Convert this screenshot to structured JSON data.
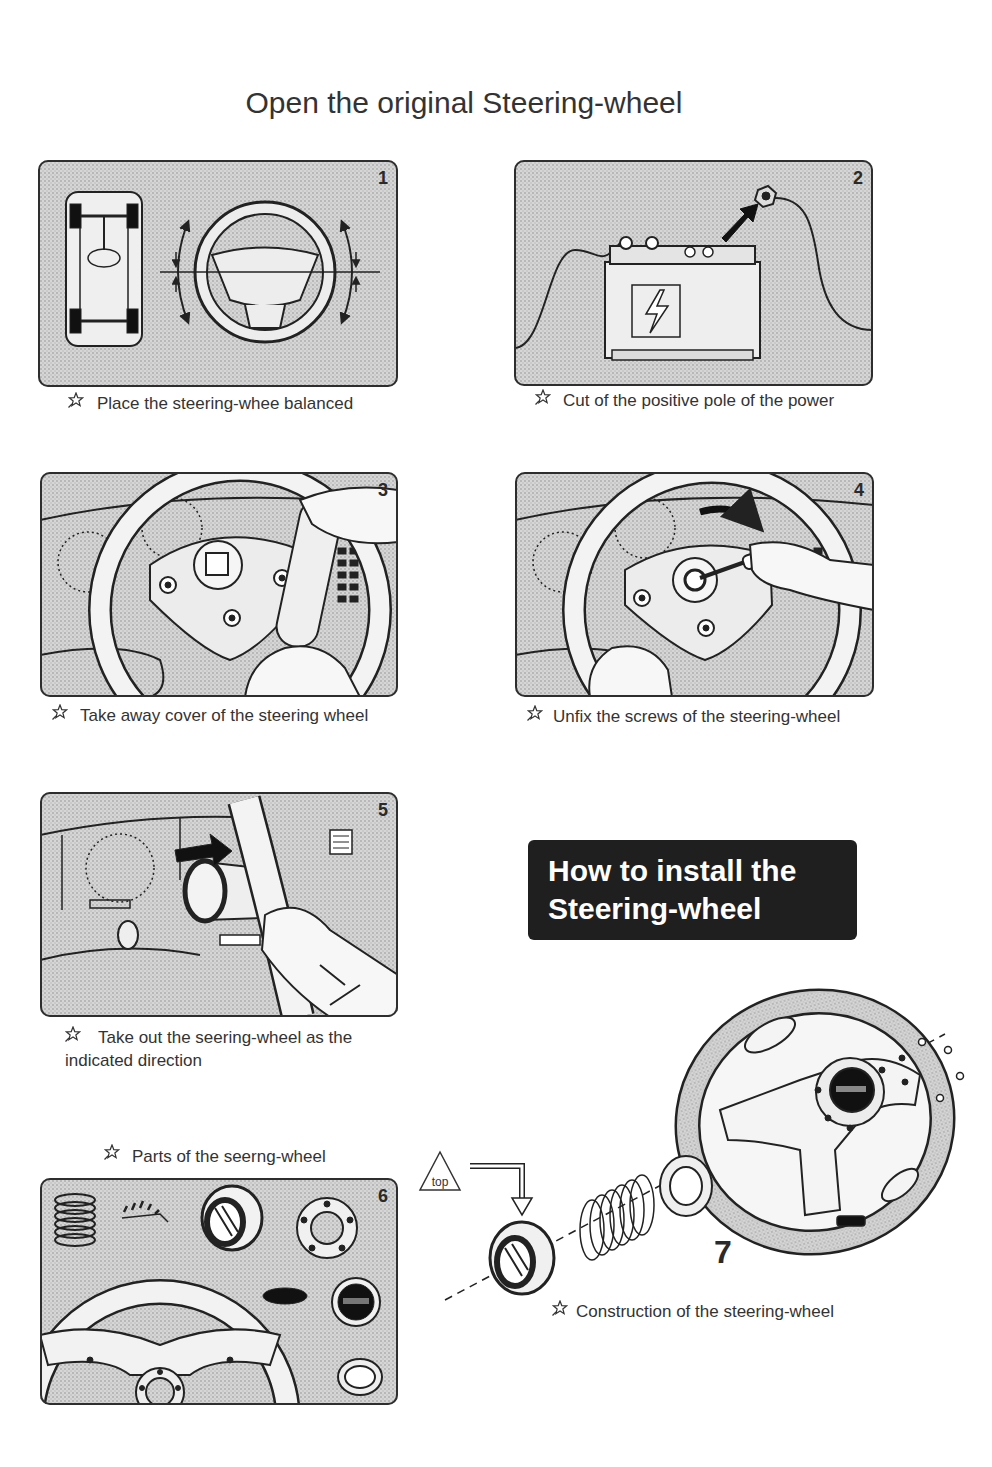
{
  "diagram": {
    "title": "Open the original Steering-wheel",
    "nodes": [
      {
        "text": [
          "1",
          "Place the steering-whee balanced"
        ]
      },
      {
        "text": [
          "2",
          "Cut of the positive pole of the power"
        ]
      },
      {
        "text": [
          "3",
          "Take away cover of the steering wheel"
        ]
      },
      {
        "text": [
          "4",
          "Unfix the screws of the steering-wheel"
        ]
      },
      {
        "text": [
          "5",
          "Take out the seering-wheel as the indicated direction"
        ]
      },
      {
        "text": [
          "How to install the Steering-wheel"
        ]
      },
      {
        "text": [
          "6",
          "Parts of the seerng-wheel"
        ]
      },
      {
        "text": [
          "top"
        ]
      }
    ],
    "labels": [
      "7",
      "Construction of the steering-wheel"
    ]
  }
}
